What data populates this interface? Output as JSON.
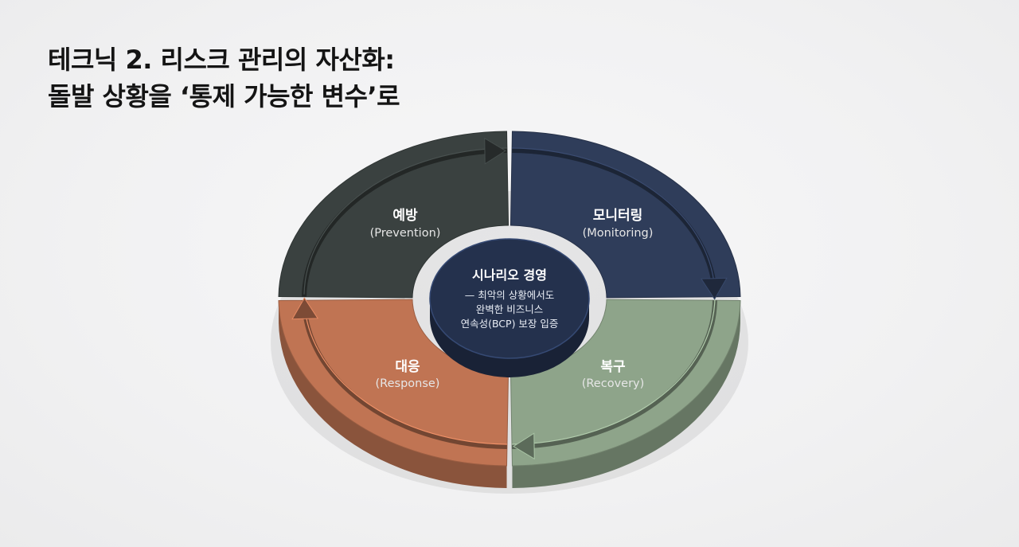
{
  "title": {
    "line1": "테크닉 2. 리스크 관리의 자산화:",
    "line2": "돌발 상황을 ‘통제 가능한 변수’로"
  },
  "segments": [
    {
      "label": "예방",
      "sub": "(Prevention)",
      "color": "#3a4140"
    },
    {
      "label": "모니터링",
      "sub": "(Monitoring)",
      "color": "#2f3d5a"
    },
    {
      "label": "복구",
      "sub": "(Recovery)",
      "color": "#8ea48a"
    },
    {
      "label": "대응",
      "sub": "(Response)",
      "color": "#c07453"
    }
  ],
  "hub": {
    "title": "시나리오 경영",
    "lines": [
      "— 최악의 상황에서도",
      "완벽한 비즈니스",
      "연속성(BCP) 보장 입증"
    ],
    "color": "#24314d"
  }
}
